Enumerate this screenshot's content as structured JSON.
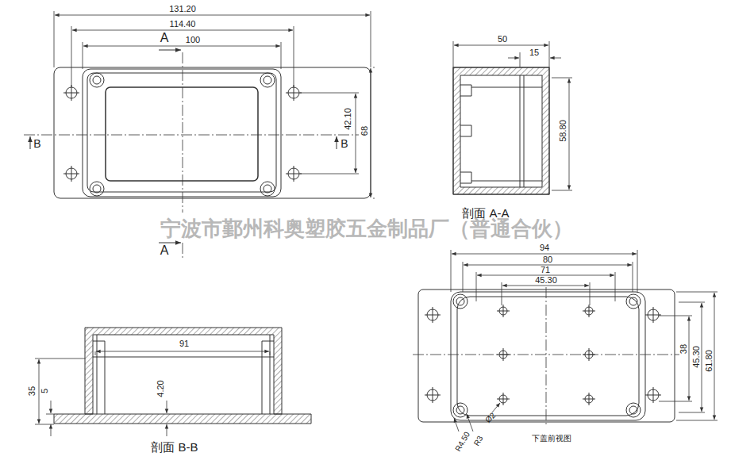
{
  "diagram": {
    "labels": [
      "131.20",
      "114.40",
      "A",
      "100",
      "B",
      "B",
      "42.10",
      "68",
      "A",
      "50",
      "15",
      "58.80",
      "剖面 A-A",
      "宁波市鄞州科奥塑胶五金制品厂（普通合伙）",
      "94",
      "80",
      "71",
      "45.30",
      "38",
      "45.30",
      "61.80",
      "R4.50",
      "R3",
      "Ø2",
      "下盖前视图",
      "91",
      "35",
      "5",
      "4.20",
      "剖面 B-B"
    ]
  }
}
